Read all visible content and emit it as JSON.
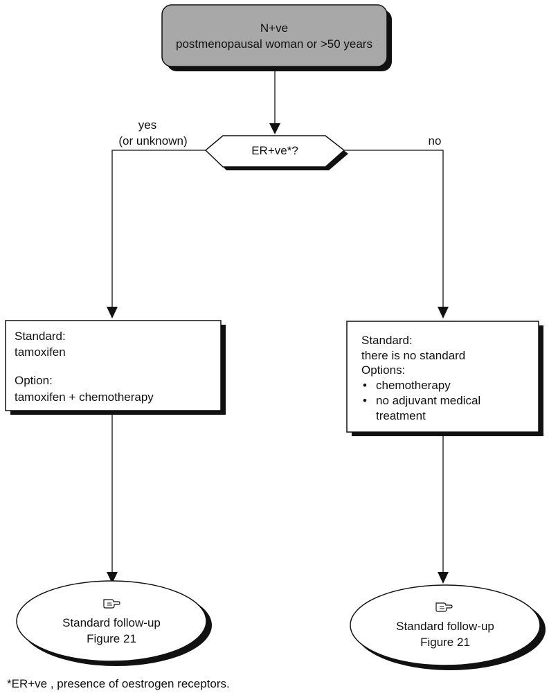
{
  "start": {
    "line1": "N+ve",
    "line2": "postmenopausal woman or >50 years"
  },
  "decision": {
    "label": "ER+ve*?"
  },
  "branch_yes": {
    "line1": "yes",
    "line2": "(or unknown)"
  },
  "branch_no": {
    "label": "no"
  },
  "left_box": {
    "standard_heading": "Standard:",
    "standard_value": "tamoxifen",
    "option_heading": "Option:",
    "option_value": "tamoxifen + chemotherapy"
  },
  "right_box": {
    "standard_heading": "Standard:",
    "standard_value": "there is no standard",
    "options_heading": "Options:",
    "bullet": "•",
    "option_1": "chemotherapy",
    "option_2_line1": "no adjuvant medical",
    "option_2_line2": "treatment"
  },
  "left_end": {
    "icon": "pointing-hand-icon",
    "line1": "Standard follow-up",
    "line2": "Figure 21"
  },
  "right_end": {
    "icon": "pointing-hand-icon",
    "line1": "Standard follow-up",
    "line2": "Figure 21"
  },
  "footnote": "*ER+ve , presence of oestrogen receptors."
}
